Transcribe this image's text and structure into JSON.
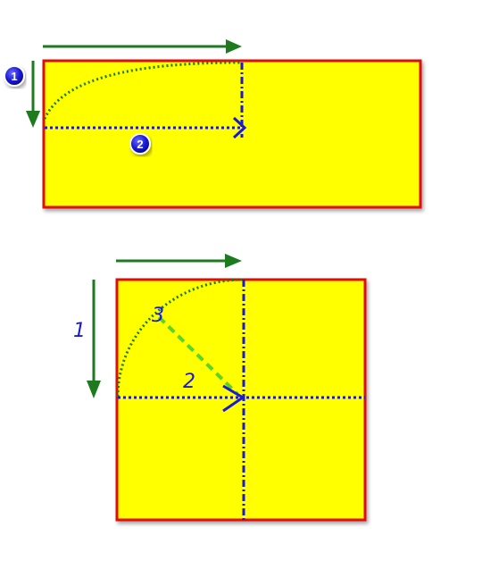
{
  "diagram": {
    "colors": {
      "paper_fill": "#ffff00",
      "paper_border": "#e01010",
      "arrow_green": "#1e7a1e",
      "fold_line_blue": "#1a1ad6",
      "arc_green": "#1e7a1e",
      "dashed_light_green": "#5ad42a",
      "badge_blue": "#1a1ad6"
    },
    "top_panel": {
      "badges": [
        "1",
        "2"
      ]
    },
    "bottom_panel": {
      "handwritten_labels": [
        "1",
        "2",
        "3"
      ]
    }
  }
}
